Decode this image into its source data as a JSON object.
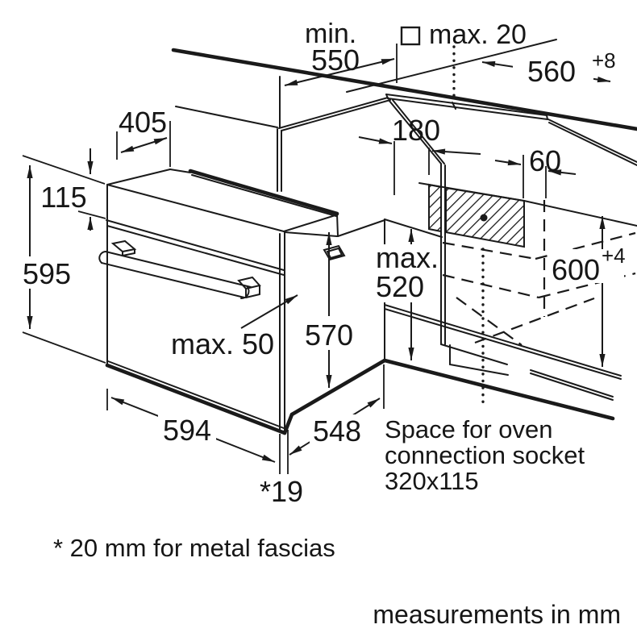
{
  "diagram": {
    "dims": {
      "min_label": "min.",
      "d550": "550",
      "square_max": "max. 20",
      "d560": "560",
      "d560_sup": "+8",
      "d405": "405",
      "d115": "115",
      "d595": "595",
      "d180": "180",
      "d60": "60",
      "d600": "600",
      "d600_sup": "+4",
      "max_label": "max.",
      "d520": "520",
      "max50": "max. 50",
      "d570": "570",
      "d594": "594",
      "d548": "548",
      "d19": "*19"
    },
    "notes": {
      "socket_1": "Space for oven",
      "socket_2": "connection socket",
      "socket_3": "320x115",
      "fascia": "* 20 mm for metal fascias",
      "units": "measurements in mm"
    },
    "colors": {
      "ink": "#1a1a1a",
      "bg": "#ffffff"
    }
  }
}
